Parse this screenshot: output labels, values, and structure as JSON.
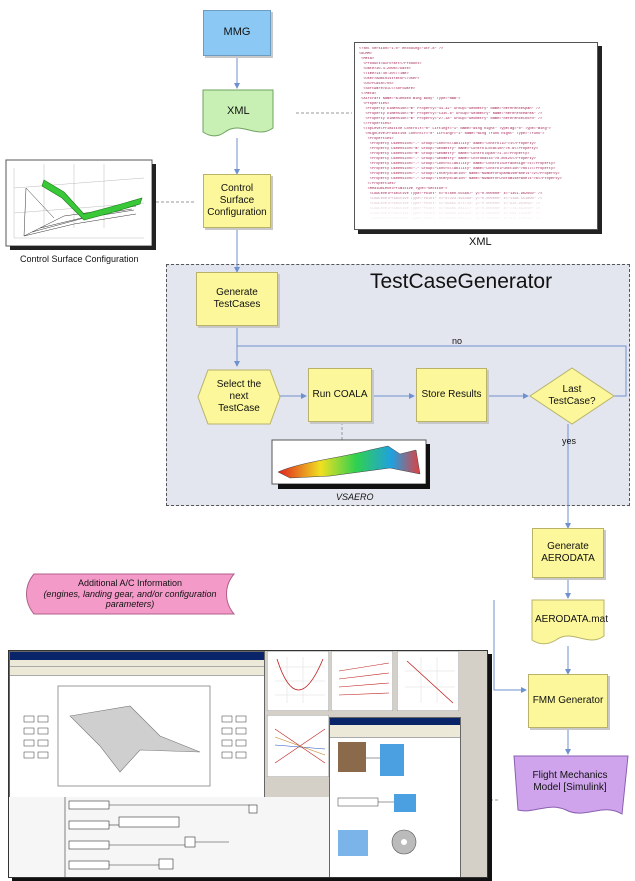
{
  "nodes": {
    "mmg": "MMG",
    "xml": "XML",
    "control_surface": "Control Surface Configuration",
    "generate_testcases": "Generate TestCases",
    "select_next": "Select the next TestCase",
    "run_coala": "Run COALA",
    "store_results": "Store Results",
    "last_testcase": "Last TestCase?",
    "generate_aerodata": "Generate AERODATA",
    "aerodata_mat": "AERODATA.mat",
    "fmm_generator": "FMM Generator",
    "flight_mechanics": "Flight Mechanics Model [Simulink]",
    "additional_info_title": "Additional A/C Information",
    "additional_info_detail": "(engines, landing gear, and/or configuration parameters)"
  },
  "labels": {
    "testcase_generator": "TestCaseGenerator",
    "xml_caption": "XML",
    "control_surface_caption": "Control Surface Configuration",
    "vsaero_caption": "VSAERO",
    "no": "no",
    "yes": "yes"
  },
  "colors": {
    "yellow": "#fbf79a",
    "blue": "#8cc8f4",
    "green": "#c8f0b4",
    "pink": "#f49ac8",
    "purple": "#cfa4ec",
    "arrow": "#6f92cf",
    "panel": "#e3e6ef"
  }
}
